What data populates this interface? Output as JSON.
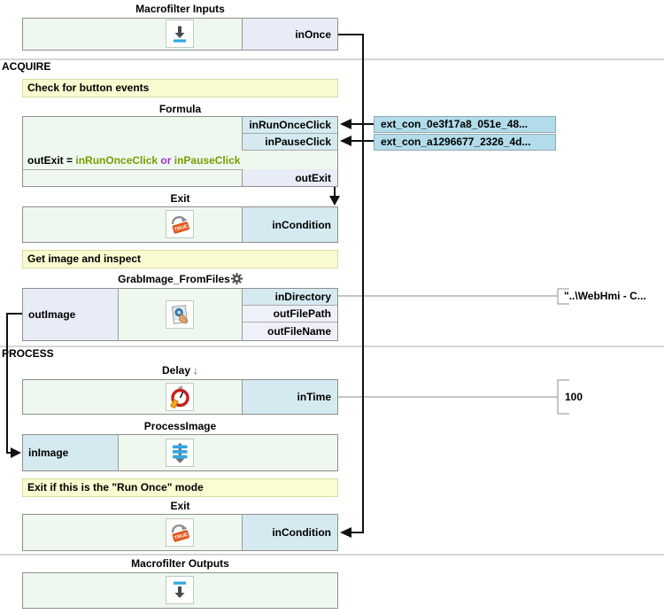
{
  "app": {
    "name": "macrofilter-program-editor"
  },
  "sections": {
    "acquire": "ACQUIRE",
    "process": "PROCESS"
  },
  "blocks": {
    "macrofilter_inputs": {
      "title": "Macrofilter Inputs"
    },
    "formula": {
      "title": "Formula"
    },
    "exit_top": {
      "title": "Exit"
    },
    "grab_image": {
      "title": "GrabImage_FromFiles"
    },
    "delay": {
      "title": "Delay"
    },
    "process_image": {
      "title": "ProcessImage"
    },
    "exit_bottom": {
      "title": "Exit"
    },
    "macrofilter_outputs": {
      "title": "Macrofilter Outputs"
    }
  },
  "comments": {
    "check_button_events": "Check for button events",
    "get_image_inspect": "Get image and inspect",
    "exit_run_once": "Exit if this is the \"Run Once\" mode"
  },
  "ports": {
    "in_once": "inOnce",
    "in_run_once_click": "inRunOnceClick",
    "in_pause_click": "inPauseClick",
    "out_exit": "outExit",
    "in_condition_top": "inCondition",
    "out_image": "outImage",
    "in_directory": "inDirectory",
    "out_file_path": "outFilePath",
    "out_file_name": "outFileName",
    "in_time": "inTime",
    "in_image": "inImage",
    "in_condition_bottom": "inCondition"
  },
  "formula_expression": {
    "lhs": "outExit",
    "equals": "=",
    "operand1": "inRunOnceClick",
    "operator": "or",
    "operand2": "inPauseClick"
  },
  "external_connections": {
    "run_once": "ext_con_0e3f17a8_051e_48...",
    "pause": "ext_con_a1296677_2326_4d..."
  },
  "values": {
    "in_directory": "\"..\\WebHmi - C...",
    "in_time": "100"
  },
  "icons": {
    "macro_input": "down-arrow-into-bar",
    "macro_output": "down-arrow-from-bar",
    "exit_true_label": "TRUE",
    "grab_image": "image-with-hand-cursor",
    "delay": "stopwatch",
    "process_image": "filter-stack-with-arrow",
    "gear": "settings-gear",
    "delay_variant_arrow": "↓"
  },
  "colors": {
    "block_body": "#eef8ee",
    "port_connected": "#d5eaf0",
    "port_default": "#e8ecf7",
    "port_pale": "#eef1f9",
    "comment": "#fbfbd1",
    "ext_label": "#b2dcea",
    "expr_identifier": "#7a9b00",
    "expr_operator": "#9b30c9",
    "icon_blue": "#2fa7e0",
    "icon_orange": "#e8581c",
    "icon_red": "#c81e1e"
  }
}
